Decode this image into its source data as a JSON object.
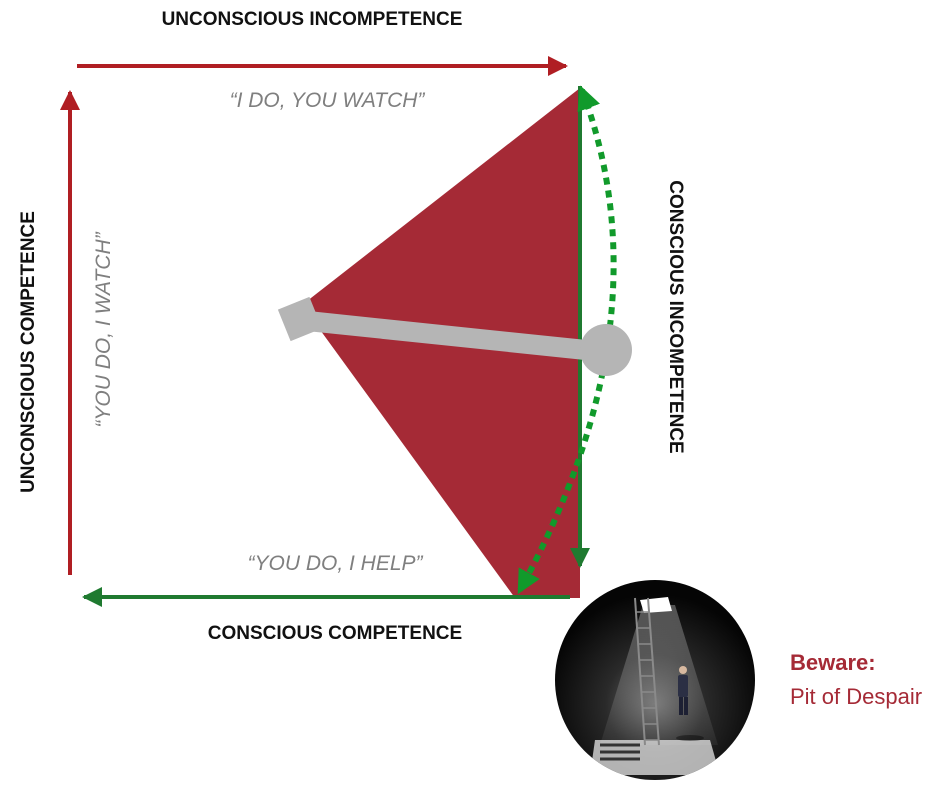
{
  "colors": {
    "red": "#b01e23",
    "fan": "#a52a36",
    "green": "#1f7a30",
    "dotted": "#119a2b",
    "pointer": "#b5b5b5",
    "quote": "#7f7f7f",
    "beware": "#a52a36"
  },
  "labels": {
    "top": "UNCONSCIOUS INCOMPETENCE",
    "right": "CONSCIOUS INCOMPETENCE",
    "bottom": "CONSCIOUS COMPETENCE",
    "left": "UNCONSCIOUS COMPETENCE"
  },
  "quotes": {
    "top": "“I DO, YOU WATCH”",
    "bottom": "“YOU DO, I HELP”",
    "left": "“YOU DO, I WATCH”"
  },
  "callout": {
    "title": "Beware:",
    "subtitle": "Pit of Despair"
  },
  "icons": {
    "pit_image": "pit-with-ladder-icon"
  }
}
